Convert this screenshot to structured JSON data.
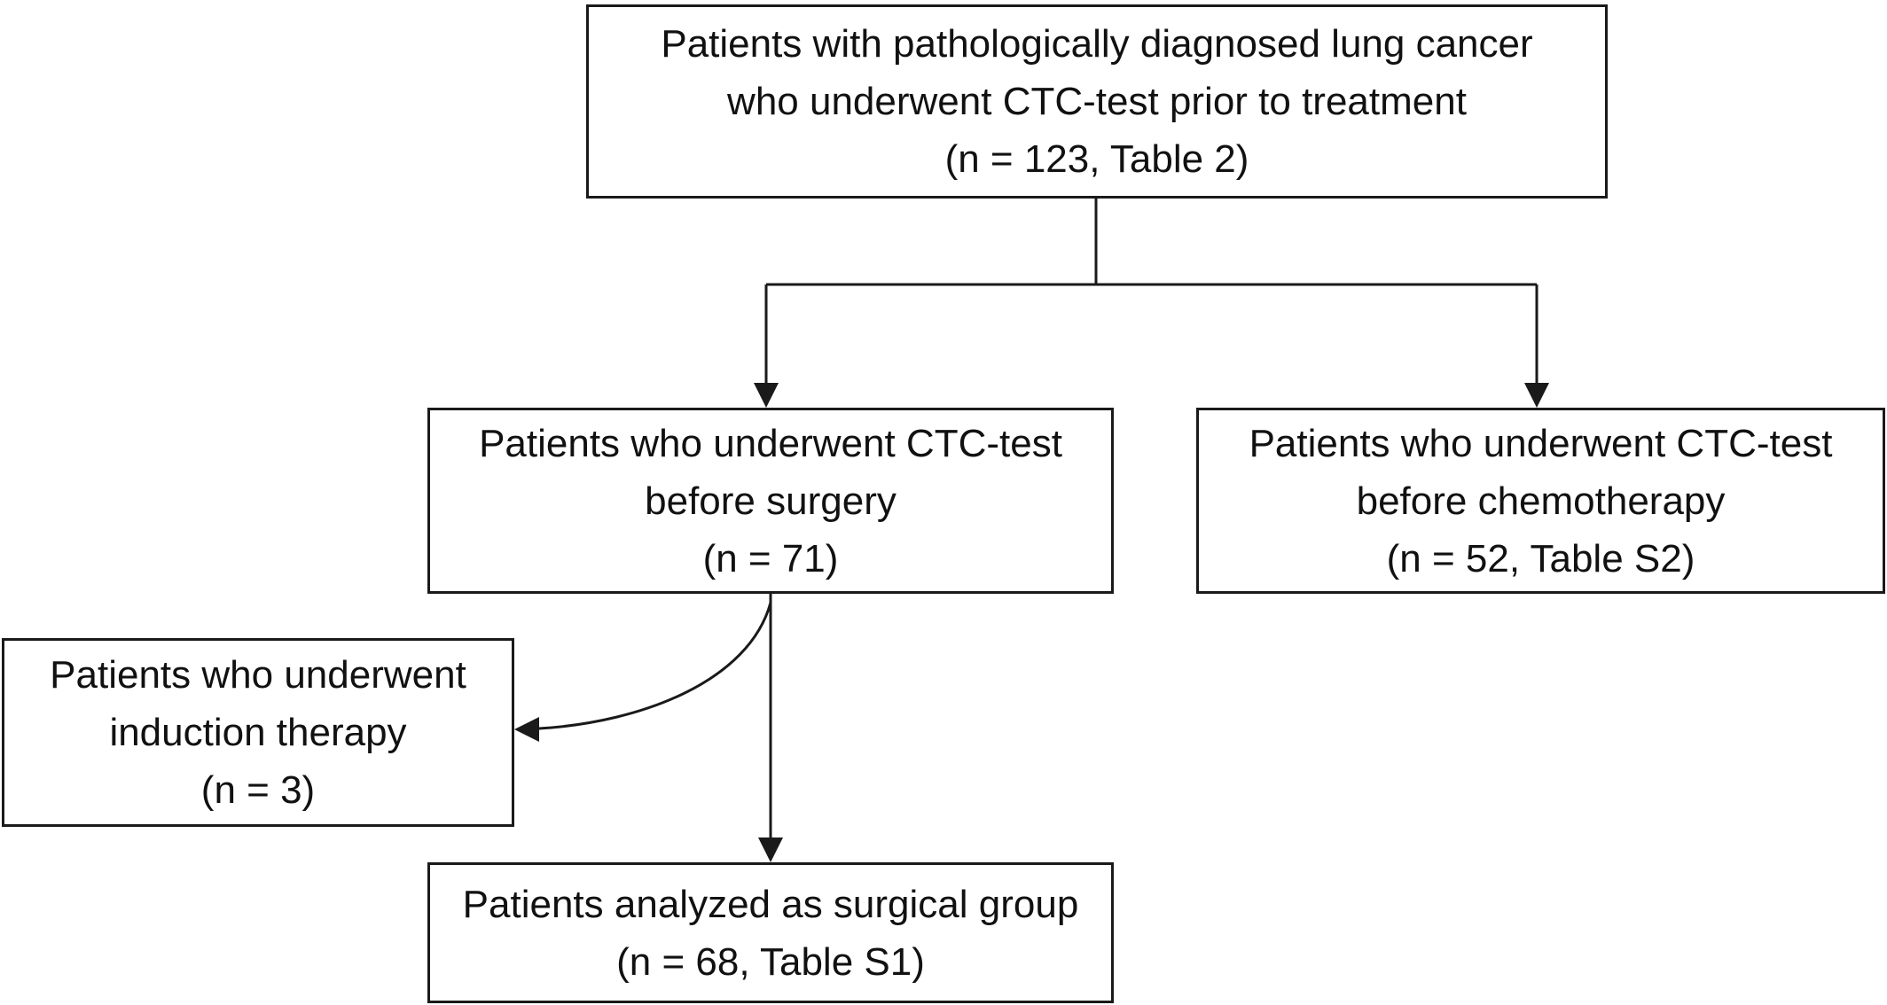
{
  "boxes": {
    "all_patients": {
      "lines": [
        "Patients with pathologically diagnosed lung cancer",
        "who underwent CTC-test prior to treatment",
        "(n = 123, Table 2)"
      ]
    },
    "surgery": {
      "lines": [
        "Patients who underwent CTC-test",
        "before surgery",
        "(n = 71)"
      ]
    },
    "chemotherapy": {
      "lines": [
        "Patients who underwent CTC-test",
        "before chemotherapy",
        "(n = 52, Table S2)"
      ]
    },
    "induction": {
      "lines": [
        "Patients who underwent",
        "induction therapy",
        "(n = 3)"
      ]
    },
    "surgical_group": {
      "lines": [
        "Patients analyzed as surgical group",
        "(n = 68, Table S1)"
      ]
    }
  },
  "edges": [
    {
      "from": "all_patients",
      "to": "surgery"
    },
    {
      "from": "all_patients",
      "to": "chemotherapy"
    },
    {
      "from": "surgery",
      "to": "induction"
    },
    {
      "from": "surgery",
      "to": "surgical_group"
    }
  ]
}
